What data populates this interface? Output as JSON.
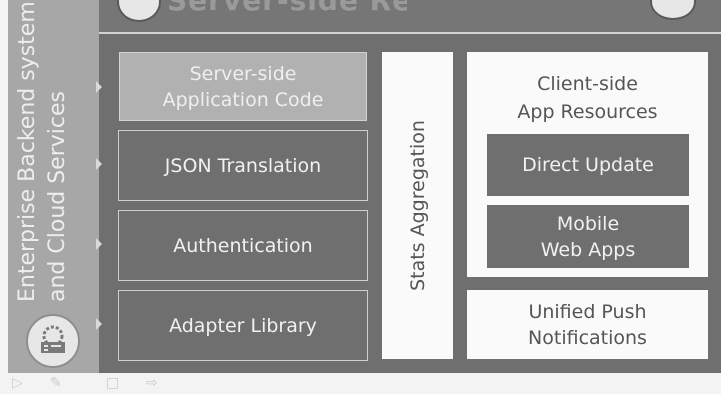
{
  "sidebar": {
    "lines": [
      "Enterprise Backend system",
      "and Cloud Services"
    ],
    "icon": "server-gear-icon"
  },
  "header": {
    "left_icon": "circle-badge-icon",
    "title": "Server-side Resources",
    "right_icon": "circle-badge-icon"
  },
  "server_side": {
    "app_code": [
      "Server-side",
      "Application Code"
    ],
    "json_translation": "JSON Translation",
    "authentication": "Authentication",
    "adapter_library": "Adapter Library"
  },
  "stats_aggregation": "Stats Aggregation",
  "client_side": {
    "title": [
      "Client-side",
      "App Resources"
    ],
    "direct_update": "Direct Update",
    "mobile_web_apps": [
      "Mobile",
      "Web Apps"
    ]
  },
  "unified_push": [
    "Unified Push",
    "Notifications"
  ],
  "footer_icons": [
    "play-icon",
    "pencil-icon",
    "square-icon",
    "arrow-icon"
  ],
  "colors": {
    "panel": "#6f6f6f",
    "sidebar": "#a7a7a7",
    "white_box": "#fafafa",
    "server_box": "#b1b1b1"
  }
}
